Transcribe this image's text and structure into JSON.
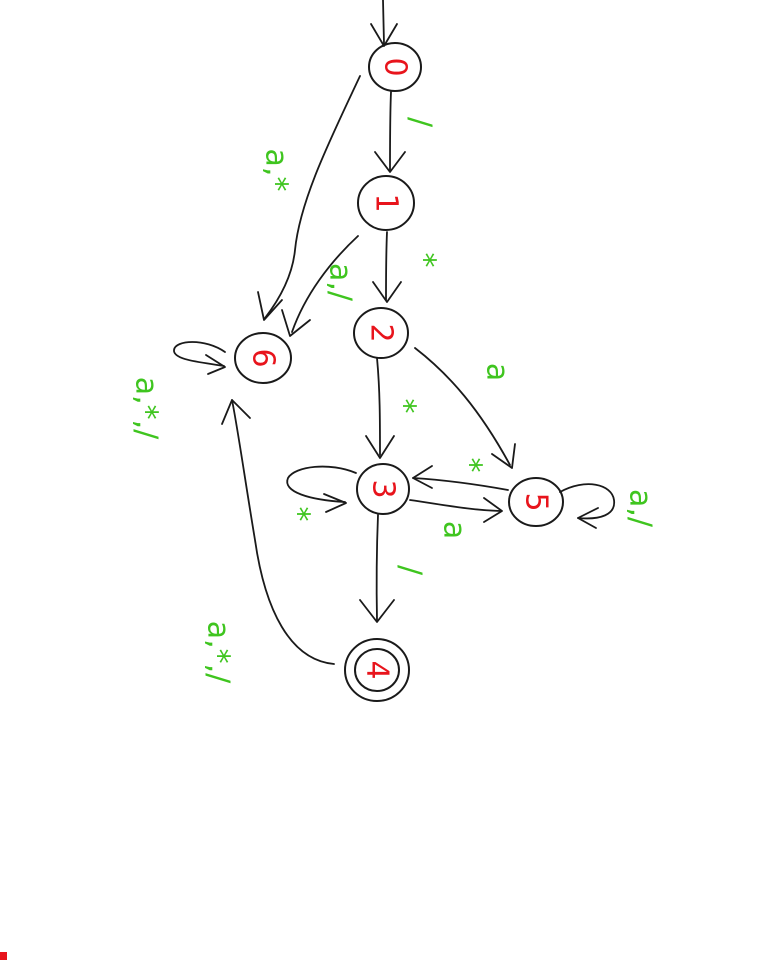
{
  "diagram": {
    "type": "state-machine",
    "orientation": "rotated-90",
    "colors": {
      "stroke": "#1a1a1a",
      "state_label": "#e8141c",
      "transition_label": "#3fc51f"
    },
    "states": [
      {
        "id": "0",
        "label": "0",
        "initial": true,
        "accepting": false
      },
      {
        "id": "1",
        "label": "1",
        "initial": false,
        "accepting": false
      },
      {
        "id": "2",
        "label": "2",
        "initial": false,
        "accepting": false
      },
      {
        "id": "3",
        "label": "3",
        "initial": false,
        "accepting": false
      },
      {
        "id": "4",
        "label": "4",
        "initial": false,
        "accepting": true
      },
      {
        "id": "5",
        "label": "5",
        "initial": false,
        "accepting": false
      },
      {
        "id": "6",
        "label": "6",
        "initial": false,
        "accepting": false
      }
    ],
    "transitions": [
      {
        "from": "0",
        "to": "1",
        "label": "/"
      },
      {
        "from": "0",
        "to": "6",
        "label": "a,*"
      },
      {
        "from": "1",
        "to": "2",
        "label": "*"
      },
      {
        "from": "1",
        "to": "6",
        "label": "a,/"
      },
      {
        "from": "2",
        "to": "3",
        "label": "*"
      },
      {
        "from": "2",
        "to": "5",
        "label": "a"
      },
      {
        "from": "3",
        "to": "3",
        "label": "*"
      },
      {
        "from": "3",
        "to": "4",
        "label": "/"
      },
      {
        "from": "3",
        "to": "5",
        "label": "a"
      },
      {
        "from": "5",
        "to": "3",
        "label": "*"
      },
      {
        "from": "5",
        "to": "5",
        "label": "a,/"
      },
      {
        "from": "6",
        "to": "6",
        "label": "a,*,/"
      },
      {
        "from": "4",
        "to": "6",
        "label": "a,*,/"
      }
    ]
  }
}
